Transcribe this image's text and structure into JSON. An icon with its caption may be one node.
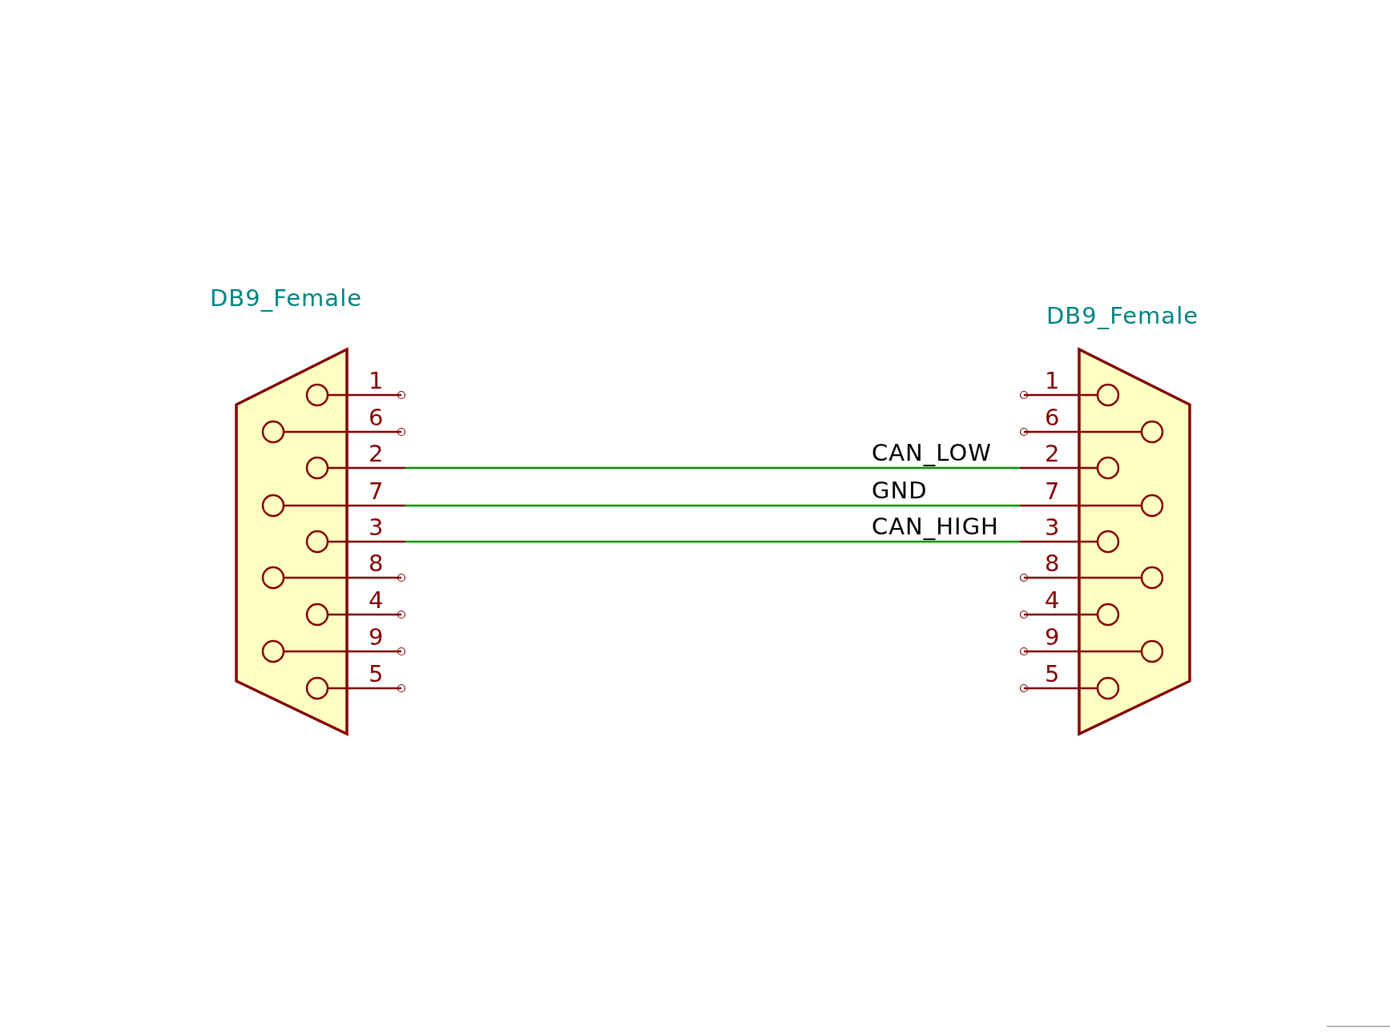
{
  "diagram": {
    "nodes": [
      {
        "text": [
          "DB9_Female"
        ]
      },
      {
        "text": [
          "1"
        ]
      },
      {
        "text": [
          "6"
        ]
      },
      {
        "text": [
          "2"
        ]
      },
      {
        "text": [
          "7"
        ]
      },
      {
        "text": [
          "3"
        ]
      },
      {
        "text": [
          "8"
        ]
      },
      {
        "text": [
          "4"
        ]
      },
      {
        "text": [
          "9"
        ]
      },
      {
        "text": [
          "5"
        ]
      },
      {
        "text": [
          "DB9_Female"
        ]
      },
      {
        "text": [
          "1"
        ]
      },
      {
        "text": [
          "6"
        ]
      },
      {
        "text": [
          "2"
        ]
      },
      {
        "text": [
          "7"
        ]
      },
      {
        "text": [
          "3"
        ]
      },
      {
        "text": [
          "8"
        ]
      },
      {
        "text": [
          "4"
        ]
      },
      {
        "text": [
          "9"
        ]
      },
      {
        "text": [
          "5"
        ]
      }
    ],
    "edges": [
      {
        "from": 3,
        "to": 13,
        "arrow": "none",
        "label": "CAN_LOW"
      },
      {
        "from": 4,
        "to": 14,
        "arrow": "none",
        "label": "GND"
      },
      {
        "from": 5,
        "to": 15,
        "arrow": "none",
        "label": "CAN_HIGH"
      }
    ]
  }
}
